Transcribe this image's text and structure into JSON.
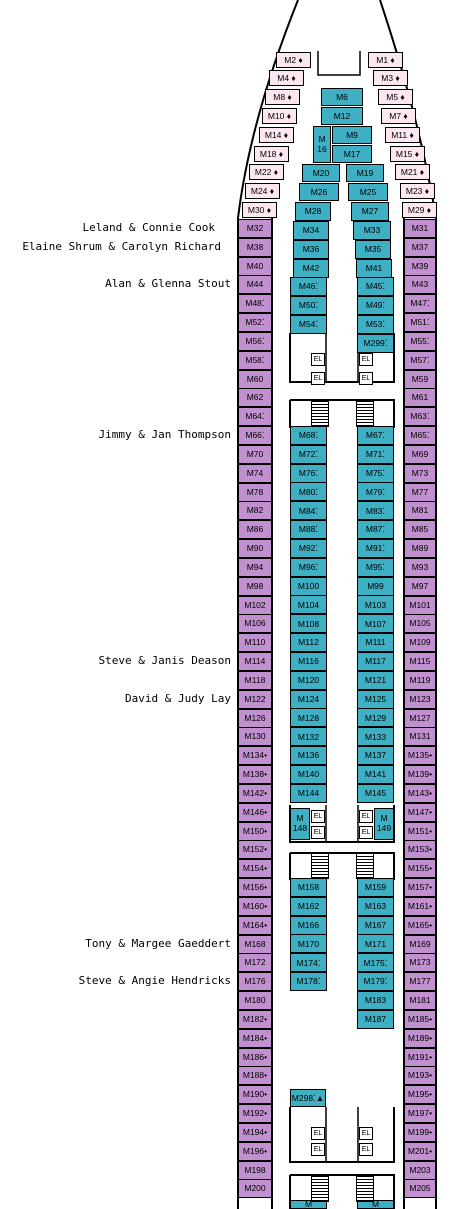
{
  "passengers": [
    {
      "name": "Leland & Connie Cook",
      "cabin": "M32"
    },
    {
      "name": "Elaine Shrum & Carolyn Richard",
      "cabin": "M38"
    },
    {
      "name": "Alan & Glenna Stout",
      "cabin": "M44"
    },
    {
      "name": "Jimmy & Jan Thompson",
      "cabin": "M66"
    },
    {
      "name": "Steve & Janis Deason",
      "cabin": "M114"
    },
    {
      "name": "David & Judy Lay",
      "cabin": "M122"
    },
    {
      "name": "Tony & Margee Gaeddert",
      "cabin": "M168"
    },
    {
      "name": "Steve & Angie Hendricks",
      "cabin": "M176"
    }
  ],
  "bow_cabins": {
    "left": [
      "M2 ♦",
      "M4 ♦",
      "M8 ♦",
      "M10 ♦",
      "M14 ♦",
      "M18 ♦",
      "M22 ♦",
      "M24 ♦",
      "M30 ♦"
    ],
    "right": [
      "M1 ♦",
      "M3 ♦",
      "M5 ♦",
      "M7 ♦",
      "M11 ♦",
      "M15 ♦",
      "M21 ♦",
      "M23 ♦",
      "M29 ♦"
    ]
  },
  "center_top": [
    "M6",
    "M12",
    "M16",
    "M9",
    "M17",
    "M20",
    "M19",
    "M26",
    "M25"
  ],
  "outer_left": [
    "M32",
    "M38",
    "M40",
    "M44",
    "M48⁚",
    "M52⁚",
    "M56⁚",
    "M58⁚",
    "M60",
    "M62",
    "M64⁚",
    "M66⁚",
    "M70",
    "M74",
    "M78",
    "M82",
    "M86",
    "M90",
    "M94",
    "M98",
    "M102",
    "M106",
    "M110",
    "M114",
    "M118",
    "M122",
    "M126",
    "M130",
    "M134•",
    "M138•",
    "M142•",
    "M146•",
    "M150•",
    "M152•",
    "M154•",
    "M156•",
    "M160•",
    "M164•",
    "M168",
    "M172",
    "M176",
    "M180",
    "M182•",
    "M184•",
    "M186•",
    "M188•",
    "M190•",
    "M192•",
    "M194•",
    "M196•",
    "M198",
    "M200"
  ],
  "outer_right": [
    "M31",
    "M37",
    "M39",
    "M43",
    "M47⁚",
    "M51⁚",
    "M55⁚",
    "M57⁚",
    "M59",
    "M61",
    "M63⁚",
    "M65⁚",
    "M69",
    "M73",
    "M77",
    "M81",
    "M85",
    "M89",
    "M93",
    "M97",
    "M101",
    "M105",
    "M109",
    "M115",
    "M119",
    "M123",
    "M127",
    "M131",
    "M135•",
    "M139•",
    "M143•",
    "M147•",
    "M151•",
    "M153•",
    "M155•",
    "M157•",
    "M161•",
    "M165•",
    "M169",
    "M173",
    "M177",
    "M181",
    "M185•",
    "M189•",
    "M191•",
    "M193•",
    "M195•",
    "M197•",
    "M199•",
    "M201•",
    "M203",
    "M205"
  ],
  "inner_left_upper": [
    "M28",
    "M34",
    "M36",
    "M42",
    "M46⁚",
    "M50⁚",
    "M54⁚"
  ],
  "inner_right_upper": [
    "M27",
    "M33",
    "M35",
    "M41",
    "M45⁚",
    "M49⁚",
    "M53⁚",
    "M299⁚"
  ],
  "inner_left_mid": [
    "M68⁚",
    "M72⁚",
    "M76⁚",
    "M80⁚",
    "M84⁚",
    "M88⁚",
    "M92⁚",
    "M96⁚",
    "M100",
    "M104",
    "M108",
    "M112",
    "M116",
    "M120",
    "M124",
    "M128",
    "M132",
    "M136",
    "M140",
    "M144"
  ],
  "inner_right_mid": [
    "M67⁚",
    "M71⁚",
    "M75⁚",
    "M79⁚",
    "M83⁚",
    "M87⁚",
    "M91⁚",
    "M95⁚",
    "M99",
    "M103",
    "M107",
    "M111",
    "M117",
    "M121",
    "M125",
    "M129",
    "M133",
    "M137",
    "M141",
    "M145"
  ],
  "m148": [
    "M",
    "148"
  ],
  "m149": [
    "M",
    "149"
  ],
  "inner_left_low": [
    "M158",
    "M162",
    "M166",
    "M170",
    "M174⁚",
    "M178⁚"
  ],
  "inner_right_low": [
    "M159",
    "M163",
    "M167",
    "M171",
    "M175⁚",
    "M179⁚",
    "M183",
    "M187"
  ],
  "m298": "M298⁚▲",
  "el_label": "EL",
  "colors": {
    "outer": "#c191cf",
    "inner": "#3fafc4",
    "bow": "#fce7f1"
  }
}
